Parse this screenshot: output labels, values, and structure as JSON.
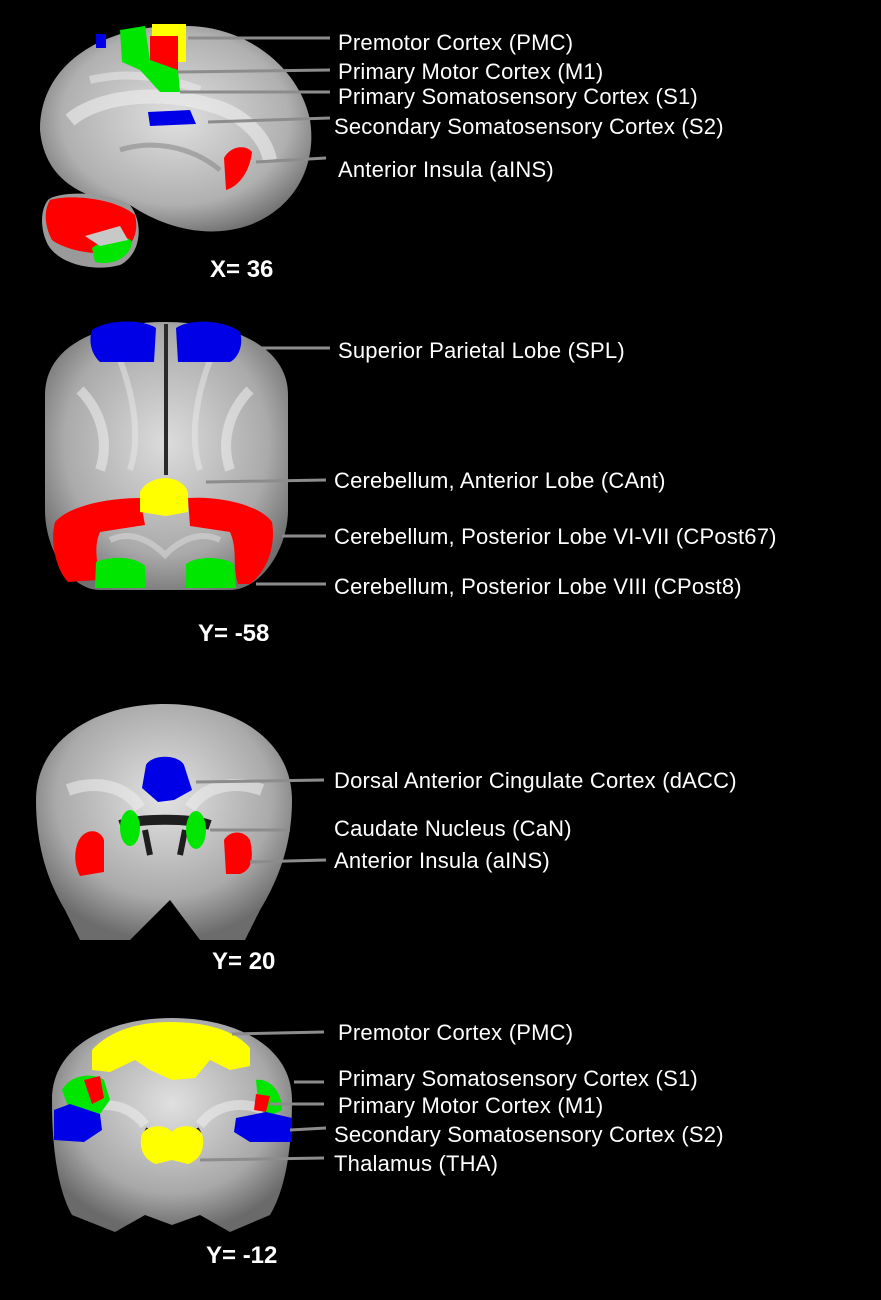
{
  "panels": [
    {
      "id": "sagittal",
      "coordinate": "X= 36",
      "labels": [
        "Premotor Cortex (PMC)",
        "Primary Motor Cortex (M1)",
        "Primary Somatosensory Cortex (S1)",
        "Secondary Somatosensory Cortex (S2)",
        "Anterior Insula (aINS)"
      ]
    },
    {
      "id": "coronal-posterior",
      "coordinate": "Y= -58",
      "labels": [
        "Superior Parietal Lobe (SPL)",
        "Cerebellum,  Anterior Lobe (CAnt)",
        "Cerebellum, Posterior Lobe VI-VII (CPost67)",
        "Cerebellum,  Posterior Lobe VIII (CPost8)"
      ]
    },
    {
      "id": "coronal-anterior",
      "coordinate": "Y= 20",
      "labels": [
        "Dorsal Anterior Cingulate Cortex (dACC)",
        "Caudate Nucleus (CaN)",
        "Anterior Insula (aINS)"
      ]
    },
    {
      "id": "coronal-central",
      "coordinate": "Y= -12",
      "labels": [
        "Premotor Cortex (PMC)",
        "Primary Somatosensory Cortex (S1)",
        "Primary Motor Cortex (M1)",
        "Secondary Somatosensory Cortex (S2)",
        "Thalamus (THA)"
      ]
    }
  ],
  "colors": {
    "background": "#000000",
    "brain_tissue": "#a8a8a8",
    "white_matter": "#d9d9d9",
    "region_red": "#ff0000",
    "region_green": "#00e600",
    "region_blue": "#0000e6",
    "region_yellow": "#ffff00",
    "leader_line": "#8c8c8c"
  }
}
